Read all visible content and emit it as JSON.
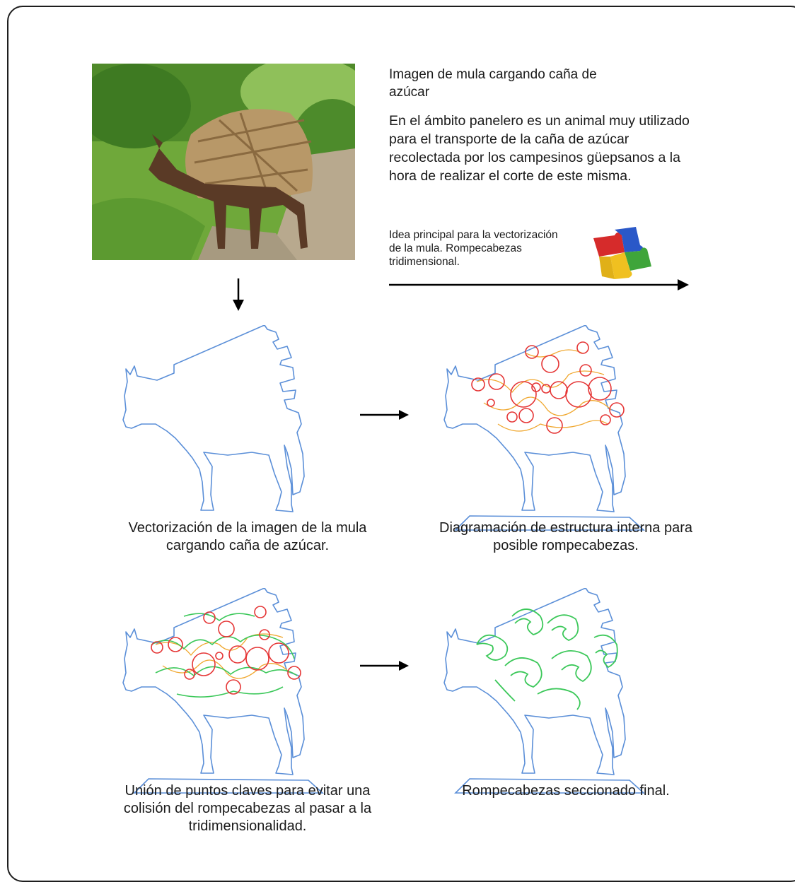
{
  "heading": {
    "title": "Imagen de mula cargando caña de azúcar",
    "description": "En el ámbito panelero es un animal muy utilizado para el transporte de la caña de azúcar recolectada por los campesinos güepsanos a la hora de realizar el corte de este misma."
  },
  "idea": {
    "text": "Idea principal para la vectorización de la mula. Rompecabezas tridimensional."
  },
  "captions": {
    "step1": "Vectorización de la imagen de la mula cargando caña de azúcar.",
    "step2": "Diagramación de estructura interna para posible rompecabezas.",
    "step3": "Unión de puntos claves para evitar una colisión del rompecabezas al pasar a la tridimensionalidad.",
    "step4": "Rompecabezas seccionado final."
  },
  "colors": {
    "outline": "#5b8fd8",
    "circles": "#e53535",
    "paths": "#f0a830",
    "connections": "#3cc85a"
  }
}
